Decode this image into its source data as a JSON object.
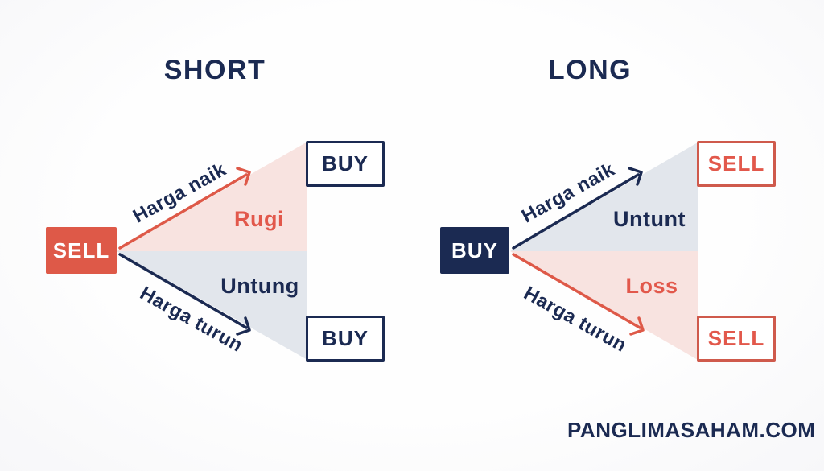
{
  "colors": {
    "navy": "#1b2a52",
    "red": "#de5948",
    "red-border": "#cf5a4c",
    "red-text": "#e2584b",
    "pink-fill": "#f8e3e0",
    "gray-fill": "#e2e6ec",
    "bg": "#fdfdfe"
  },
  "titles": {
    "left": "SHORT",
    "right": "LONG"
  },
  "short_diagram": {
    "entry_label": "SELL",
    "up_arrow_label": "Harga naik",
    "down_arrow_label": "Harga turun",
    "up_outcome": "Rugi",
    "down_outcome": "Untung",
    "up_exit_label": "BUY",
    "down_exit_label": "BUY"
  },
  "long_diagram": {
    "entry_label": "BUY",
    "up_arrow_label": "Harga naik",
    "down_arrow_label": "Harga turun",
    "up_outcome": "Untunt",
    "down_outcome": "Loss",
    "up_exit_label": "SELL",
    "down_exit_label": "SELL"
  },
  "watermark": "PANGLIMASAHAM.COM"
}
